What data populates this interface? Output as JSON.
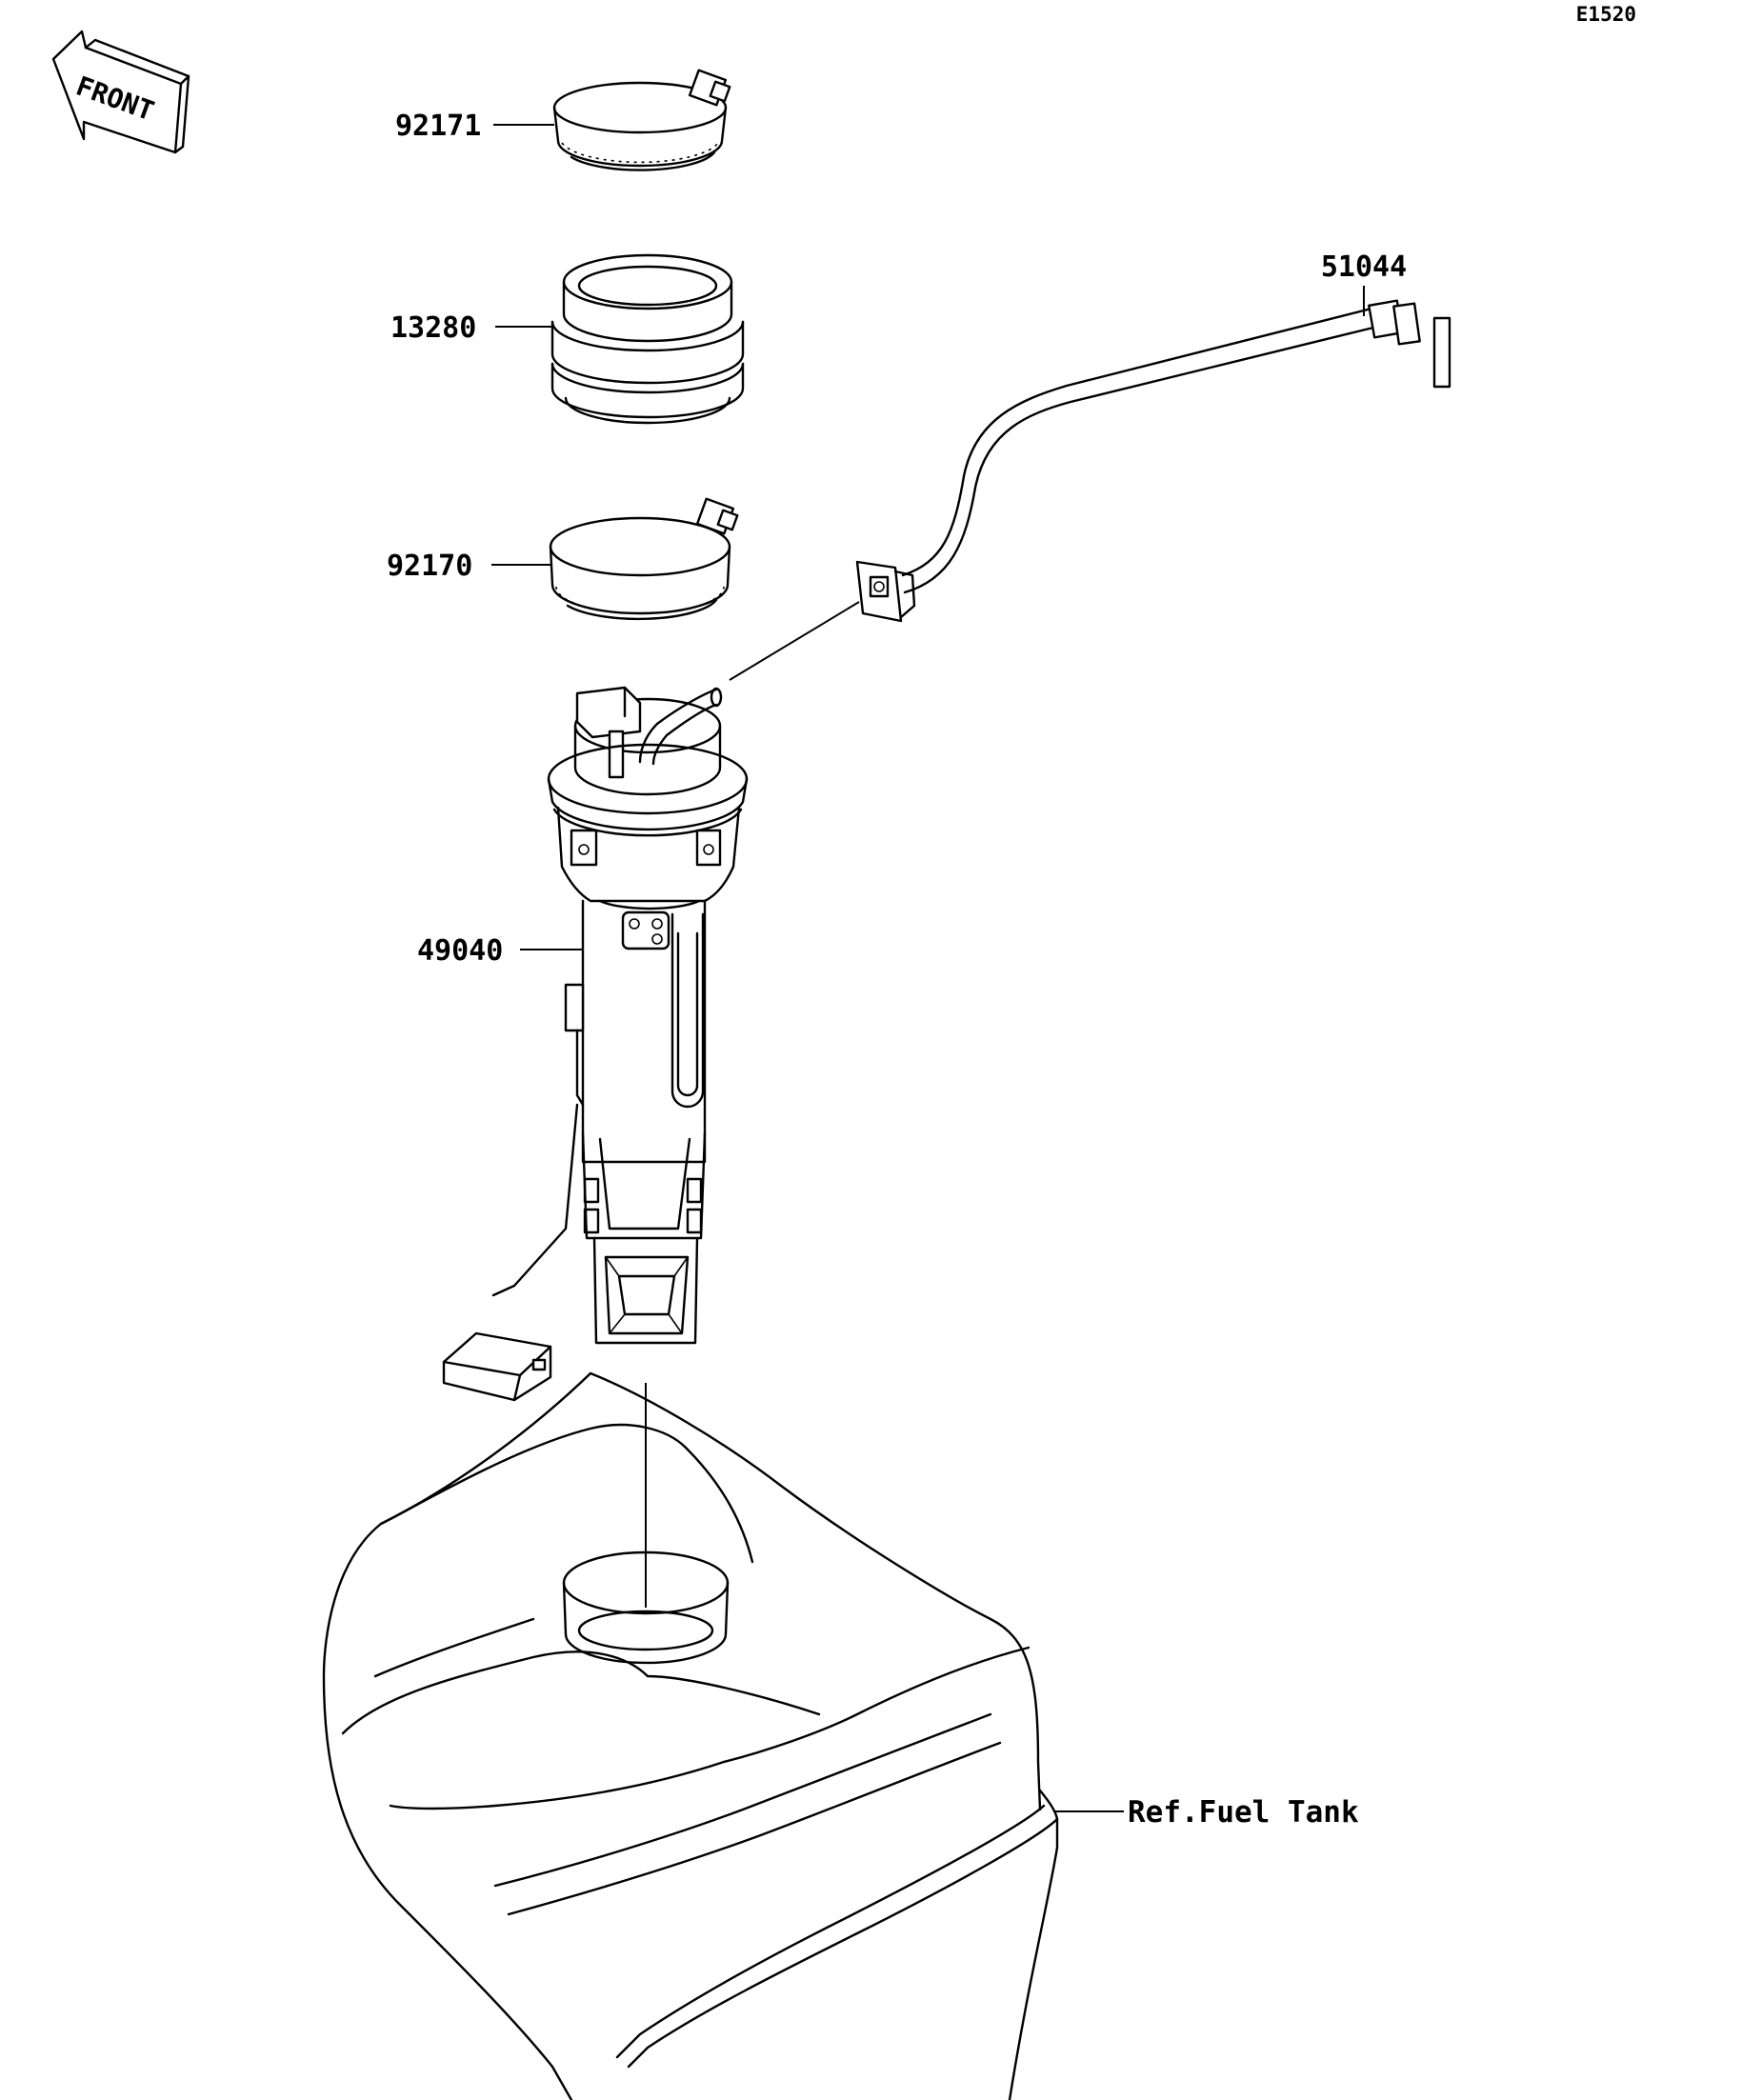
{
  "diagram_code": "E1520",
  "front_label": "FRONT",
  "callouts": {
    "clamp_upper": "92171",
    "seal": "13280",
    "clamp_lower": "92170",
    "hose": "51044",
    "pump": "49040",
    "tank": "Ref.Fuel Tank"
  }
}
